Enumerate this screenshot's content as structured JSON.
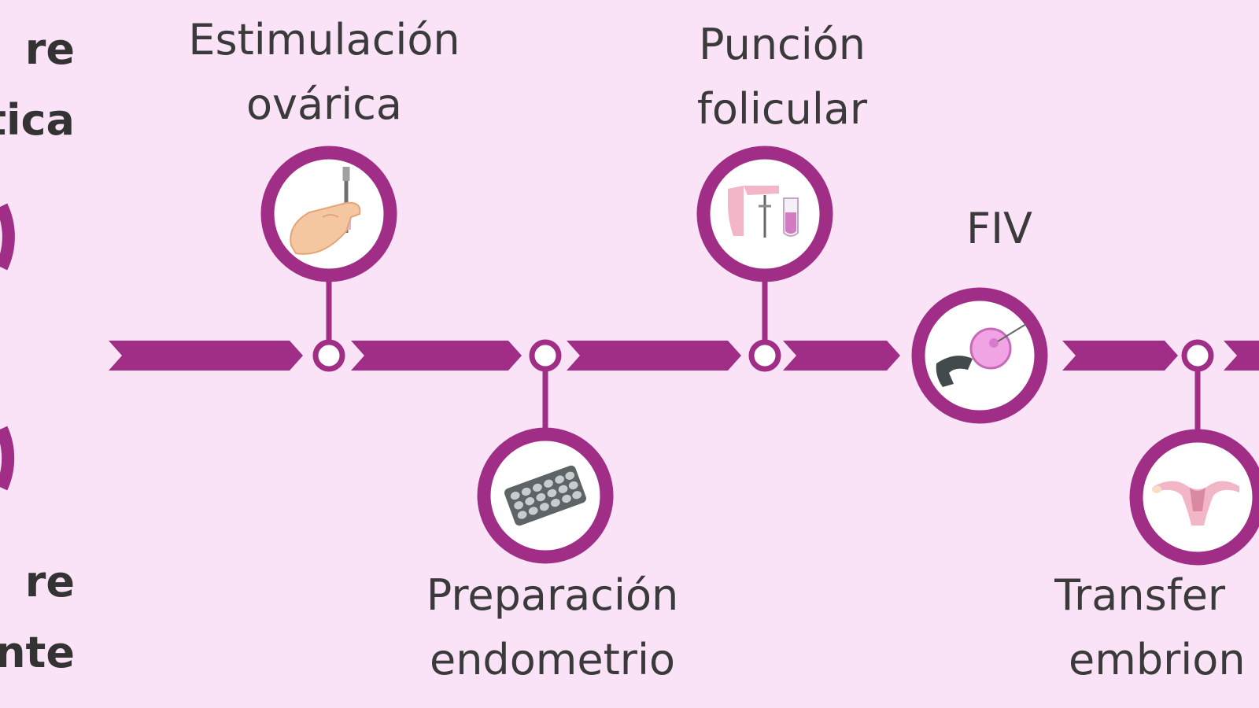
{
  "left_labels": {
    "top": [
      "re",
      "tica"
    ],
    "bottom": [
      "re",
      "nte"
    ]
  },
  "steps": [
    {
      "id": "estimulacion",
      "lines": [
        "Estimulación",
        "ovárica"
      ],
      "icon": "hand-syringe-icon"
    },
    {
      "id": "preparacion",
      "lines": [
        "Preparación",
        "endometrio"
      ],
      "icon": "pill-blister-icon"
    },
    {
      "id": "puncion",
      "lines": [
        "Punción",
        "folicular"
      ],
      "icon": "follicular-puncture-icon"
    },
    {
      "id": "fiv",
      "lines": [
        "FIV"
      ],
      "icon": "ivf-egg-icon"
    },
    {
      "id": "transferencia",
      "lines": [
        "Transfer",
        "embrion"
      ],
      "icon": "uterus-icon"
    }
  ],
  "colors": {
    "background": "#fbe3f7",
    "accent": "#a02e86",
    "node_fill": "#ffffff",
    "text": "#3a3a3a"
  }
}
